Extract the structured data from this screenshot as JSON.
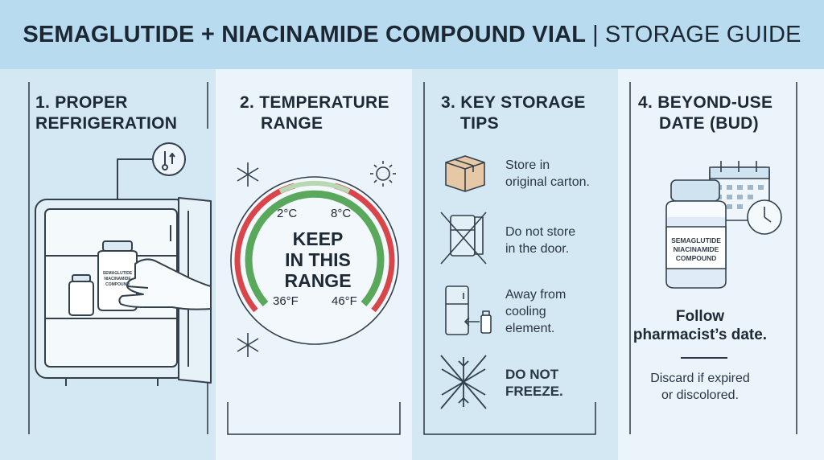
{
  "header": {
    "title_main": "SEMAGLUTIDE + NIACINAMIDE COMPOUND VIAL",
    "separator": "|",
    "title_sub": "STORAGE GUIDE"
  },
  "panels": [
    {
      "title_line1": "1. PROPER",
      "title_line2": "REFRIGERATION"
    },
    {
      "title_line1": "2. TEMPERATURE",
      "title_line2": "RANGE"
    },
    {
      "title_line1": "3. KEY STORAGE",
      "title_line2": "TIPS"
    },
    {
      "title_line1": "4. BEYOND-USE",
      "title_line2": "DATE (BUD)"
    }
  ],
  "vial_label": [
    "SEMAGLUTIDE",
    "NIACINAMIDE",
    "COMPOUND"
  ],
  "gauge": {
    "low_c": "2°C",
    "high_c": "8°C",
    "low_f": "36°F",
    "high_f": "46°F",
    "center": [
      "KEEP",
      "IN THIS",
      "RANGE"
    ]
  },
  "tips": [
    {
      "icon": "box-icon",
      "lines": [
        "Store in",
        "original carton."
      ]
    },
    {
      "icon": "no-door-icon",
      "lines": [
        "Do not store",
        "in the door."
      ]
    },
    {
      "icon": "fridge-away-icon",
      "lines": [
        "Away from",
        "cooling",
        "element."
      ]
    },
    {
      "icon": "no-freeze-icon",
      "lines": [
        "DO NOT",
        "FREEZE."
      ]
    }
  ],
  "bud": {
    "follow": [
      "Follow",
      "pharmacist’s date."
    ],
    "discard": [
      "Discard if expired",
      "or discolored."
    ]
  },
  "colors": {
    "header_bg": "#b9dbef",
    "safe_green": "#5aa85c",
    "danger_red": "#d9464a",
    "ink": "#1d2935"
  }
}
